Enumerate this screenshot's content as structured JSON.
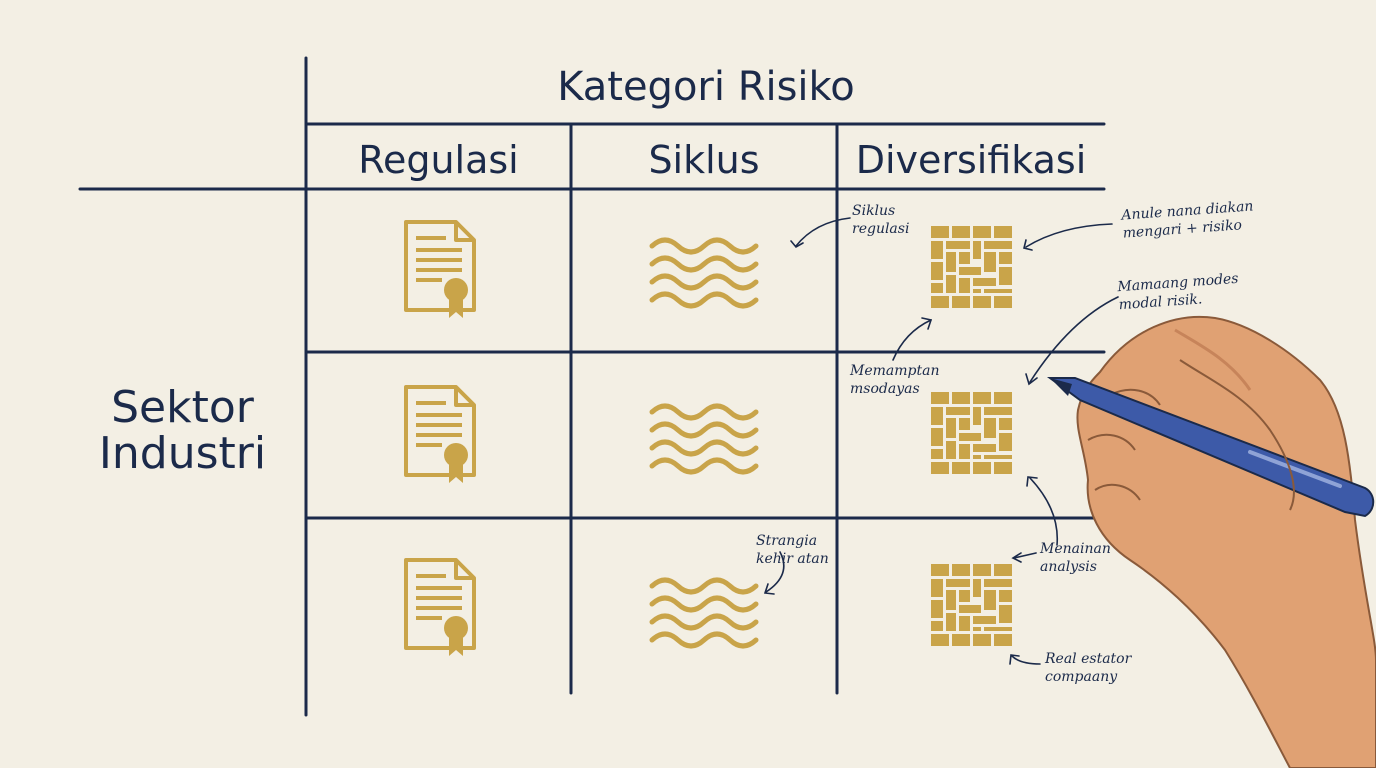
{
  "header": {
    "title": "Kategori Risiko"
  },
  "columns": [
    "Regulasi",
    "Siklus",
    "Diversifikasi"
  ],
  "row_label": {
    "line1": "Sektor",
    "line2": "Industri"
  },
  "annotations": {
    "a1": {
      "line1": "Siklus",
      "line2": "regulasi"
    },
    "a2": {
      "line1": "Anule nana diakan",
      "line2": "mengari + risiko"
    },
    "a3": {
      "line1": "Mamaang modes",
      "line2": "modal risik."
    },
    "a4": {
      "line1": "Memamptan",
      "line2": "msodayas"
    },
    "a5": {
      "line1": "Strangia",
      "line2": "kehir atan"
    },
    "a6": {
      "line1": "Menainan",
      "line2": "analysis"
    },
    "a7": {
      "line1": "Real estator",
      "line2": "compaany"
    }
  },
  "icons": {
    "regulasi": "certificate-document-icon",
    "siklus": "wave-lines-icon",
    "diversifikasi": "tile-grid-icon"
  },
  "colors": {
    "ink": "#1b2a4a",
    "gold": "#c9a449",
    "paper": "#f3efe4",
    "pen": "#3d5aa8",
    "skin": "#e0a173"
  }
}
